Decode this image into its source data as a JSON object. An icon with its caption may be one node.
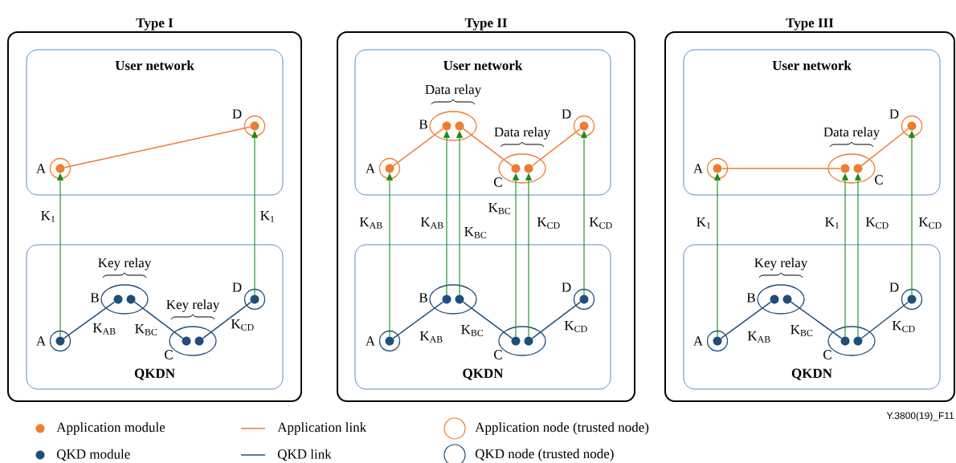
{
  "diagram": {
    "nodes": [
      {
        "text": [
          "Type I"
        ]
      },
      {
        "text": [
          "User network"
        ],
        "in": 0
      },
      {
        "text": [
          "QKDN"
        ],
        "in": 0
      },
      {
        "text": [],
        "shape": "circle",
        "in": 1,
        "beside": [
          "A"
        ]
      },
      {
        "text": [],
        "shape": "circle",
        "in": 3
      },
      {
        "text": [],
        "shape": "circle",
        "in": 1,
        "beside": [
          "D"
        ]
      },
      {
        "text": [],
        "shape": "circle",
        "in": 5
      },
      {
        "text": [],
        "shape": "circle",
        "in": 2,
        "beside": [
          "A"
        ]
      },
      {
        "text": [],
        "shape": "circle",
        "in": 7
      },
      {
        "text": [],
        "shape": "ellipse",
        "in": 2,
        "beside": [
          "B",
          "Key relay"
        ]
      },
      {
        "text": [],
        "shape": "circle",
        "in": 9
      },
      {
        "text": [],
        "shape": "circle",
        "in": 9
      },
      {
        "text": [],
        "shape": "ellipse",
        "in": 2,
        "beside": [
          "C",
          "Key relay"
        ]
      },
      {
        "text": [],
        "shape": "circle",
        "in": 12
      },
      {
        "text": [],
        "shape": "circle",
        "in": 12
      },
      {
        "text": [],
        "shape": "circle",
        "in": 2,
        "beside": [
          "D"
        ]
      },
      {
        "text": [],
        "shape": "circle",
        "in": 15
      },
      {
        "text": [
          "Type II"
        ]
      },
      {
        "text": [
          "User network"
        ],
        "in": 17
      },
      {
        "text": [
          "QKDN"
        ],
        "in": 17
      },
      {
        "text": [],
        "shape": "circle",
        "in": 18,
        "beside": [
          "A"
        ]
      },
      {
        "text": [],
        "shape": "circle",
        "in": 20
      },
      {
        "text": [],
        "shape": "ellipse",
        "in": 18,
        "beside": [
          "B",
          "Data relay"
        ]
      },
      {
        "text": [],
        "shape": "circle",
        "in": 22
      },
      {
        "text": [],
        "shape": "circle",
        "in": 22
      },
      {
        "text": [],
        "shape": "ellipse",
        "in": 18,
        "beside": [
          "C",
          "Data relay"
        ]
      },
      {
        "text": [],
        "shape": "circle",
        "in": 25
      },
      {
        "text": [],
        "shape": "circle",
        "in": 25
      },
      {
        "text": [],
        "shape": "circle",
        "in": 18,
        "beside": [
          "D"
        ]
      },
      {
        "text": [],
        "shape": "circle",
        "in": 28
      },
      {
        "text": [],
        "shape": "circle",
        "in": 19,
        "beside": [
          "A"
        ]
      },
      {
        "text": [],
        "shape": "circle",
        "in": 30
      },
      {
        "text": [],
        "shape": "ellipse",
        "in": 19,
        "beside": [
          "B"
        ]
      },
      {
        "text": [],
        "shape": "circle",
        "in": 32
      },
      {
        "text": [],
        "shape": "circle",
        "in": 32
      },
      {
        "text": [],
        "shape": "ellipse",
        "in": 19,
        "beside": [
          "C"
        ]
      },
      {
        "text": [],
        "shape": "circle",
        "in": 35
      },
      {
        "text": [],
        "shape": "circle",
        "in": 35
      },
      {
        "text": [],
        "shape": "circle",
        "in": 19,
        "beside": [
          "D"
        ]
      },
      {
        "text": [],
        "shape": "circle",
        "in": 38
      },
      {
        "text": [
          "Type III"
        ]
      },
      {
        "text": [
          "User network"
        ],
        "in": 40
      },
      {
        "text": [
          "QKDN"
        ],
        "in": 40
      },
      {
        "text": [],
        "shape": "circle",
        "in": 41,
        "beside": [
          "A"
        ]
      },
      {
        "text": [],
        "shape": "circle",
        "in": 43
      },
      {
        "text": [],
        "shape": "ellipse",
        "in": 41,
        "beside": [
          "Data relay",
          "C"
        ]
      },
      {
        "text": [],
        "shape": "circle",
        "in": 45
      },
      {
        "text": [],
        "shape": "circle",
        "in": 45
      },
      {
        "text": [],
        "shape": "circle",
        "in": 41,
        "beside": [
          "D"
        ]
      },
      {
        "text": [],
        "shape": "circle",
        "in": 48
      },
      {
        "text": [],
        "shape": "circle",
        "in": 42,
        "beside": [
          "A"
        ]
      },
      {
        "text": [],
        "shape": "circle",
        "in": 50
      },
      {
        "text": [],
        "shape": "ellipse",
        "in": 42,
        "beside": [
          "B",
          "Key relay"
        ]
      },
      {
        "text": [],
        "shape": "circle",
        "in": 52
      },
      {
        "text": [],
        "shape": "circle",
        "in": 52
      },
      {
        "text": [],
        "shape": "ellipse",
        "in": 42,
        "beside": [
          "C"
        ]
      },
      {
        "text": [],
        "shape": "circle",
        "in": 55
      },
      {
        "text": [],
        "shape": "circle",
        "in": 55
      },
      {
        "text": [],
        "shape": "circle",
        "in": 42,
        "beside": [
          "D"
        ]
      },
      {
        "text": [],
        "shape": "circle",
        "in": 58
      }
    ],
    "edges": [
      {
        "from": 4,
        "to": 6,
        "arrow": "none",
        "color": "#ed7d31"
      },
      {
        "from": 8,
        "to": 10,
        "arrow": "none",
        "color": "#1f4e79",
        "label": "K$_{AB}$"
      },
      {
        "from": 11,
        "to": 13,
        "arrow": "none",
        "color": "#1f4e79",
        "label": "K$_{BC}$"
      },
      {
        "from": 14,
        "to": 16,
        "arrow": "none",
        "color": "#1f4e79",
        "label": "K$_{CD}$"
      },
      {
        "from": 8,
        "to": 4,
        "arrow": "to",
        "label": "K$_{1}$"
      },
      {
        "from": 16,
        "to": 6,
        "arrow": "to",
        "label": "K$_{1}$"
      },
      {
        "from": 21,
        "to": 23,
        "arrow": "none",
        "color": "#ed7d31"
      },
      {
        "from": 24,
        "to": 26,
        "arrow": "none",
        "color": "#ed7d31"
      },
      {
        "from": 27,
        "to": 29,
        "arrow": "none",
        "color": "#ed7d31"
      },
      {
        "from": 31,
        "to": 33,
        "arrow": "none",
        "color": "#1f4e79",
        "label": "K$_{AB}$"
      },
      {
        "from": 34,
        "to": 36,
        "arrow": "none",
        "color": "#1f4e79",
        "label": "K$_{BC}$"
      },
      {
        "from": 37,
        "to": 39,
        "arrow": "none",
        "color": "#1f4e79",
        "label": "K$_{CD}$"
      },
      {
        "from": 31,
        "to": 21,
        "arrow": "to",
        "label": "K$_{AB}$"
      },
      {
        "from": 33,
        "to": 23,
        "arrow": "to",
        "label": "K$_{AB}$"
      },
      {
        "from": 34,
        "to": 24,
        "arrow": "to",
        "label": "K$_{BC}$"
      },
      {
        "from": 36,
        "to": 26,
        "arrow": "to",
        "label": "K$_{BC}$"
      },
      {
        "from": 37,
        "to": 27,
        "arrow": "to",
        "label": "K$_{CD}$"
      },
      {
        "from": 39,
        "to": 29,
        "arrow": "to",
        "label": "K$_{CD}$"
      },
      {
        "from": 44,
        "to": 46,
        "arrow": "none",
        "color": "#ed7d31"
      },
      {
        "from": 47,
        "to": 49,
        "arrow": "none",
        "color": "#ed7d31"
      },
      {
        "from": 51,
        "to": 53,
        "arrow": "none",
        "color": "#1f4e79",
        "label": "K$_{AB}$"
      },
      {
        "from": 54,
        "to": 56,
        "arrow": "none",
        "color": "#1f4e79",
        "label": "K$_{BC}$"
      },
      {
        "from": 57,
        "to": 59,
        "arrow": "none",
        "color": "#1f4e79",
        "label": "K$_{CD}$"
      },
      {
        "from": 51,
        "to": 44,
        "arrow": "to",
        "label": "K$_{1}$"
      },
      {
        "from": 56,
        "to": 46,
        "arrow": "to",
        "label": "K$_{1}$"
      },
      {
        "from": 57,
        "to": 47,
        "arrow": "to",
        "label": "K$_{CD}$"
      },
      {
        "from": 59,
        "to": 49,
        "arrow": "to",
        "label": "K$_{CD}$"
      }
    ],
    "labels": [
      "Y.3800(19)_F11"
    ],
    "legend": [
      {
        "text": "Application module",
        "color": "#ed7d31"
      },
      {
        "text": "Application link"
      },
      {
        "text": "Application node (trusted node)"
      },
      {
        "text": "QKD module",
        "color": "#1f4e79"
      },
      {
        "text": "QKD link"
      },
      {
        "text": "QKD node (trusted node)"
      }
    ]
  }
}
